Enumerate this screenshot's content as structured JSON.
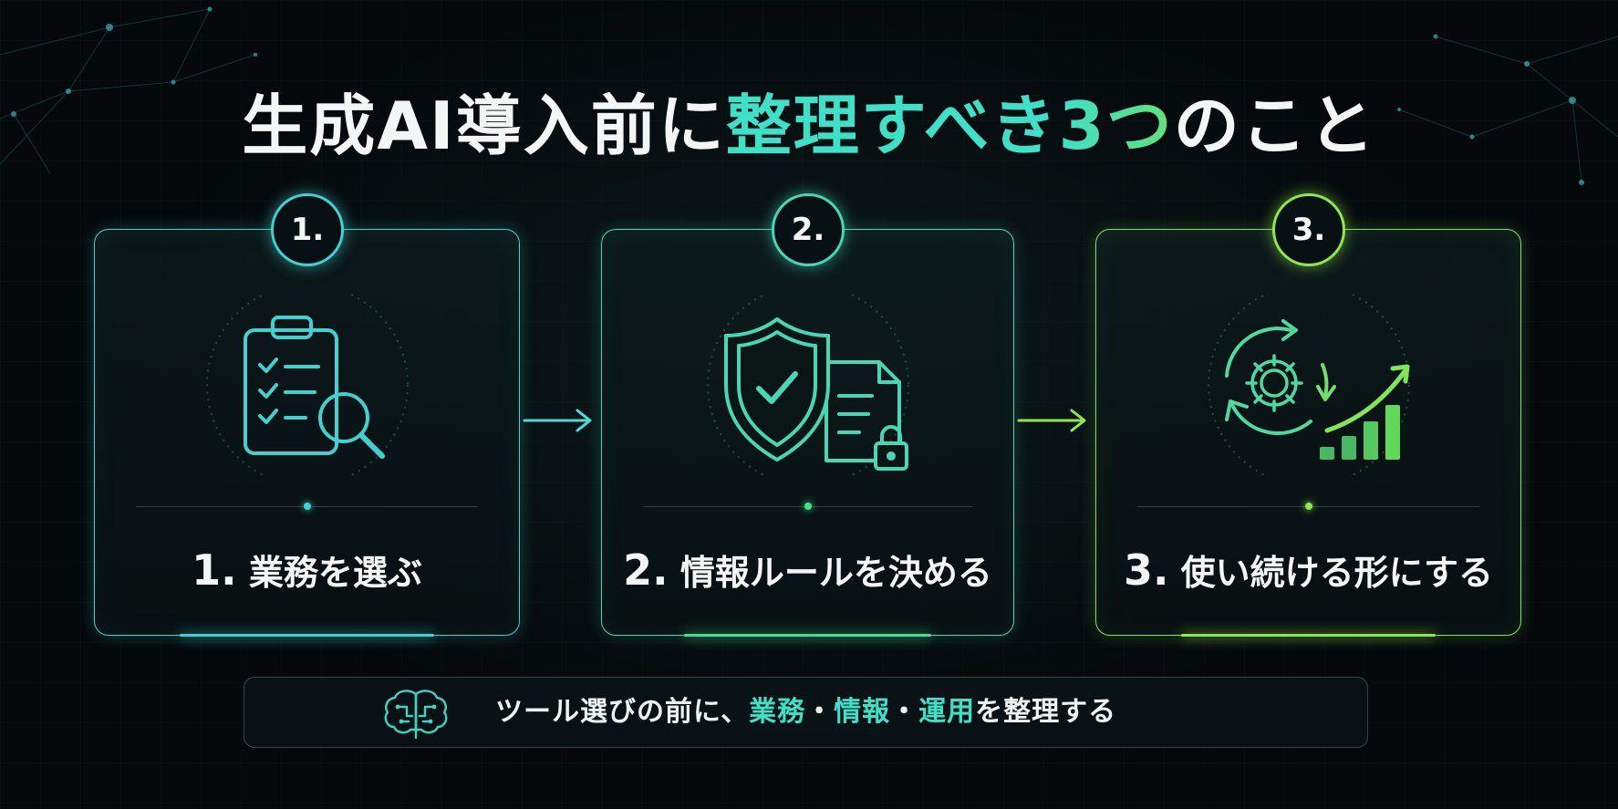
{
  "title": {
    "part1": "生成AI導入前に",
    "part2": "整理すべき",
    "part3": "3つ",
    "part4": "のこと"
  },
  "steps": [
    {
      "badge": "1.",
      "num": "1.",
      "label": "業務を選ぶ",
      "icon": "clipboard-search-icon",
      "color": "#3fd2d0"
    },
    {
      "badge": "2.",
      "num": "2.",
      "label": "情報ルールを決める",
      "icon": "shield-document-lock-icon",
      "color": "#46d8b4"
    },
    {
      "badge": "3.",
      "num": "3.",
      "label": "使い続ける形にする",
      "icon": "gear-cycle-growth-icon",
      "color": "#8fe84a"
    }
  ],
  "banner": {
    "icon": "brain-circuit-icon",
    "pre": "ツール選びの前に、",
    "hl1": "業務",
    "sep1": "・",
    "hl2": "情報",
    "sep2": "・",
    "hl3": "運用",
    "post": "を整理する"
  },
  "colors": {
    "background": "#05090c",
    "teal": "#3fe0c8",
    "green": "#5fe07a",
    "lime": "#8fe84a"
  }
}
